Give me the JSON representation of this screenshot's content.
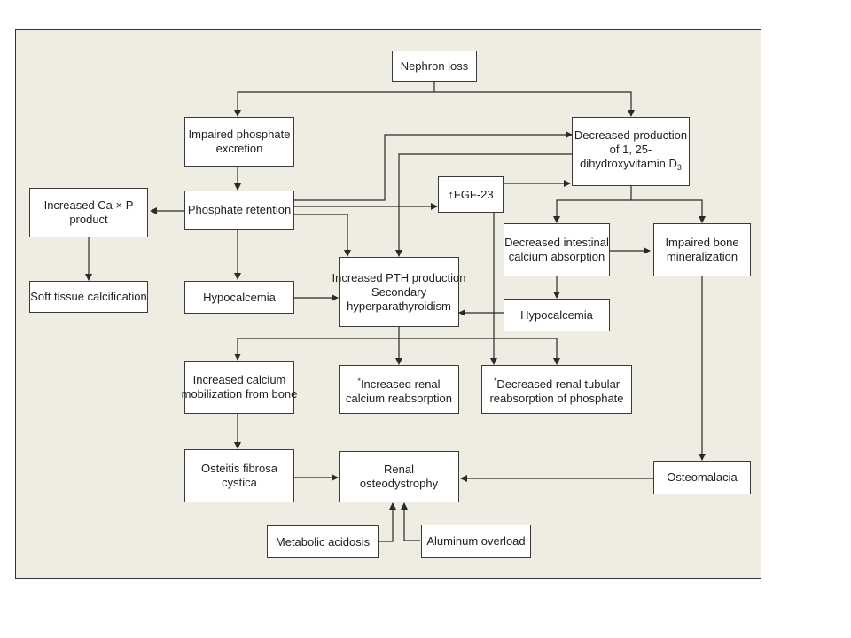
{
  "diagram": {
    "nephron_loss": "Nephron loss",
    "impaired_phosphate_excretion": [
      "Impaired phosphate",
      "excretion"
    ],
    "decreased_production_vitd": [
      "Decreased production",
      "of 1, 25-",
      "dihydroxyvitamin D"
    ],
    "vitd_subscript": "3",
    "increased_ca_p": [
      "Increased Ca × P",
      "product"
    ],
    "phosphate_retention": "Phosphate retention",
    "fgf23_prefix": "↑",
    "fgf23": "FGF-23",
    "decreased_intestinal_ca": [
      "Decreased intestinal",
      "calcium absorption"
    ],
    "impaired_bone_mineralization": [
      "Impaired bone",
      "mineralization"
    ],
    "soft_tissue_calcification": "Soft tissue calcification",
    "hypocalcemia_left": "Hypocalcemia",
    "increased_pth": [
      "Increased PTH production",
      "Secondary",
      "hyperparathyroidism"
    ],
    "hypocalcemia_right": "Hypocalcemia",
    "increased_ca_mobilization": [
      "Increased calcium",
      "mobilization from bone"
    ],
    "asterisk": "*",
    "increased_renal_ca": [
      "Increased renal",
      "calcium reabsorption"
    ],
    "decreased_renal_tubular": [
      "Decreased renal tubular",
      "reabsorption of phosphate"
    ],
    "osteitis_fibrosa": [
      "Osteitis fibrosa",
      "cystica"
    ],
    "renal_osteodystrophy": [
      "Renal",
      "osteodystrophy"
    ],
    "osteomalacia": "Osteomalacia",
    "metabolic_acidosis": "Metabolic acidosis",
    "aluminum_overload": "Aluminum overload"
  }
}
